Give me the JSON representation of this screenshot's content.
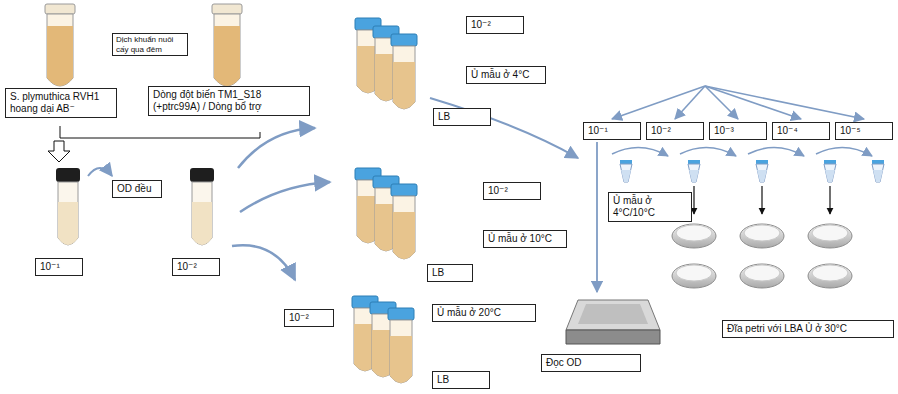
{
  "diagram": {
    "nodes": [
      {
        "text": [
          "S. plymuthica RVH1 hoang dại AB⁻"
        ]
      },
      {
        "text": [
          "Dịch khuẩn nuôi cấy qua đêm"
        ]
      },
      {
        "text": [
          "Dòng đột biến TM1_S18 (+ptrc99A) / Dòng bổ trợ"
        ]
      },
      {
        "text": [
          "OD đều"
        ]
      },
      {
        "text": [
          "10⁻¹"
        ]
      },
      {
        "text": [
          "10⁻²"
        ]
      },
      {
        "text": [
          "10⁻²"
        ]
      },
      {
        "text": [
          "Ủ mẫu ở 4°C"
        ]
      },
      {
        "text": [
          "LB"
        ]
      },
      {
        "text": [
          "10⁻²"
        ]
      },
      {
        "text": [
          "Ủ mẫu ở 10°C"
        ]
      },
      {
        "text": [
          "LB"
        ]
      },
      {
        "text": [
          "10⁻²"
        ]
      },
      {
        "text": [
          "Ủ mẫu ở 20°C"
        ]
      },
      {
        "text": [
          "LB"
        ]
      },
      {
        "text": [
          "10⁻¹"
        ]
      },
      {
        "text": [
          "10⁻²"
        ]
      },
      {
        "text": [
          "10⁻³"
        ]
      },
      {
        "text": [
          "10⁻⁴"
        ]
      },
      {
        "text": [
          "10⁻⁵"
        ]
      },
      {
        "text": [
          "Ủ mẫu ở 4°C/10°C"
        ]
      },
      {
        "text": [
          "Đọc OD"
        ]
      },
      {
        "text": [
          "Đĩa petri với LBA Ủ ở 30°C"
        ]
      }
    ]
  }
}
